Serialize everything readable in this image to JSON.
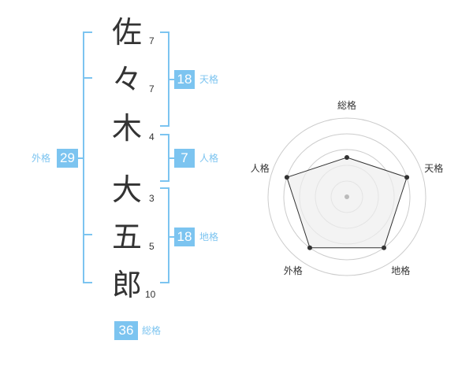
{
  "name": {
    "chars": [
      {
        "char": "佐",
        "strokes": "7"
      },
      {
        "char": "々",
        "strokes": "7"
      },
      {
        "char": "木",
        "strokes": "4"
      },
      {
        "char": "大",
        "strokes": "3"
      },
      {
        "char": "五",
        "strokes": "5"
      },
      {
        "char": "郎",
        "strokes": "10"
      }
    ]
  },
  "kaku": {
    "tenkaku": {
      "value": "18",
      "label": "天格"
    },
    "jinkaku": {
      "value": "7",
      "label": "人格"
    },
    "chikaku": {
      "value": "18",
      "label": "地格"
    },
    "gaikaku": {
      "value": "29",
      "label": "外格"
    },
    "soukaku": {
      "value": "36",
      "label": "総格"
    }
  },
  "radar": {
    "axes": [
      "総格",
      "天格",
      "地格",
      "外格",
      "人格"
    ],
    "values": [
      0.5,
      0.8,
      0.8,
      0.8,
      0.8
    ],
    "colors": {
      "ring": "#cccccc",
      "fill": "#eeeeee",
      "line": "#333333",
      "point": "#333333",
      "center": "#bbbbbb"
    }
  },
  "colors": {
    "accent": "#7cc4f0",
    "text": "#333333"
  }
}
